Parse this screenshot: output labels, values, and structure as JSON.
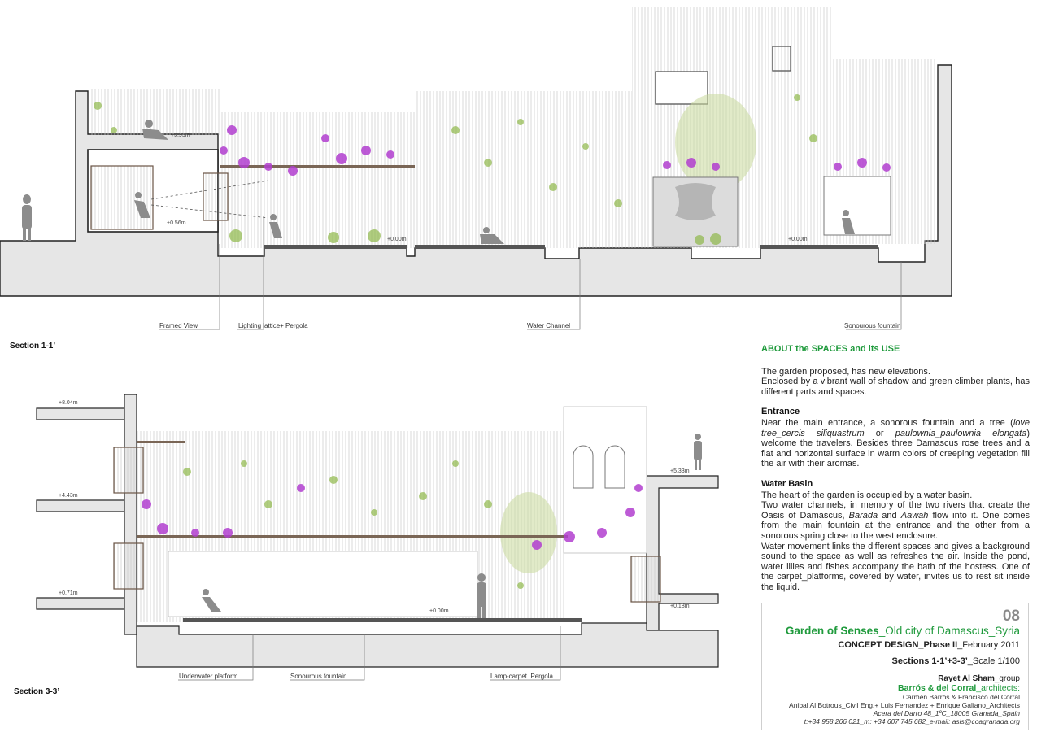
{
  "section1": {
    "title": "Section 1-1’",
    "levels": [
      "+3.95m",
      "+0.56m",
      "+0.00m",
      "+0.00m"
    ],
    "callouts": [
      "Framed View",
      "Lighting lattice+ Pergola",
      "Water Channel",
      "Sonourous fountain"
    ]
  },
  "section2": {
    "title": "Section 3-3’",
    "levels": [
      "+8.04m",
      "+4.43m",
      "+0.71m",
      "+5.33m",
      "+0.18m",
      "+0.00m"
    ],
    "callouts": [
      "Underwater platform",
      "Sonourous fountain",
      "Lamp-carpet. Pergola"
    ]
  },
  "about": {
    "heading": "ABOUT the SPACES and its USE",
    "intro": [
      "The garden proposed, has new elevations.",
      "Enclosed by a vibrant wall of shadow and green climber plants, has different parts and spaces."
    ],
    "entrance_title": "Entrance",
    "entrance_parts": [
      "Near the main entrance, a sonorous fountain and a tree (",
      "love tree_cercis siliquastrum",
      " or ",
      "paulownia_paulownia elongata",
      ") welcome the travelers. Besides three Damascus rose trees and a flat and horizontal surface in warm colors of creeping vegetation fill the air with their aromas."
    ],
    "basin_title": "Water Basin",
    "basin_line1": "The heart of the garden is occupied by a water basin.",
    "basin_parts": [
      "Two water channels, in memory of the two rivers that create the Oasis of Damascus, ",
      "Barada",
      " and ",
      "Aawah",
      " flow into it. One comes from the main fountain at the entrance and the other from a sonorous spring close to the west enclosure."
    ],
    "basin_line3": "Water movement links the different spaces and gives a background sound to the space as well as refreshes the air. Inside the pond, water lilies and fishes accompany the bath of the hostess. One of the carpet_platforms, covered by water, invites us to rest sit inside the liquid."
  },
  "plate": {
    "number": "08",
    "project_bold": "Garden of Senses",
    "project_rest": "_Old city of Damascus_Syria",
    "phase_bold": "CONCEPT DESIGN_Phase II",
    "phase_rest": "_February 2011",
    "sections_bold": "Sections 1-1’+3-3’",
    "sections_rest": "_Scale 1/100",
    "group_bold": "Rayet Al Sham",
    "group_rest": "_group",
    "arch_bold": "Barrós & del Corral",
    "arch_rest": "_architects:",
    "line1": "Carmen Barrós & Francisco del Corral",
    "line2": "Anibal Al Botrous_Civil Eng.+ Luis Fernandez + Enrique Galiano_Architects",
    "line3": "Acera del Darro 48_1ºC_18005 Granada_Spain",
    "line4": "t:+34 958 266 021_m: +34 607 745 682_e-mail: asis@coagranada.org"
  },
  "colors": {
    "accent_green": "#1f9a3c",
    "flower_magenta": "#b23fd0",
    "foliage_green": "#8fb84a",
    "ground_grey": "#e6e6e6"
  }
}
